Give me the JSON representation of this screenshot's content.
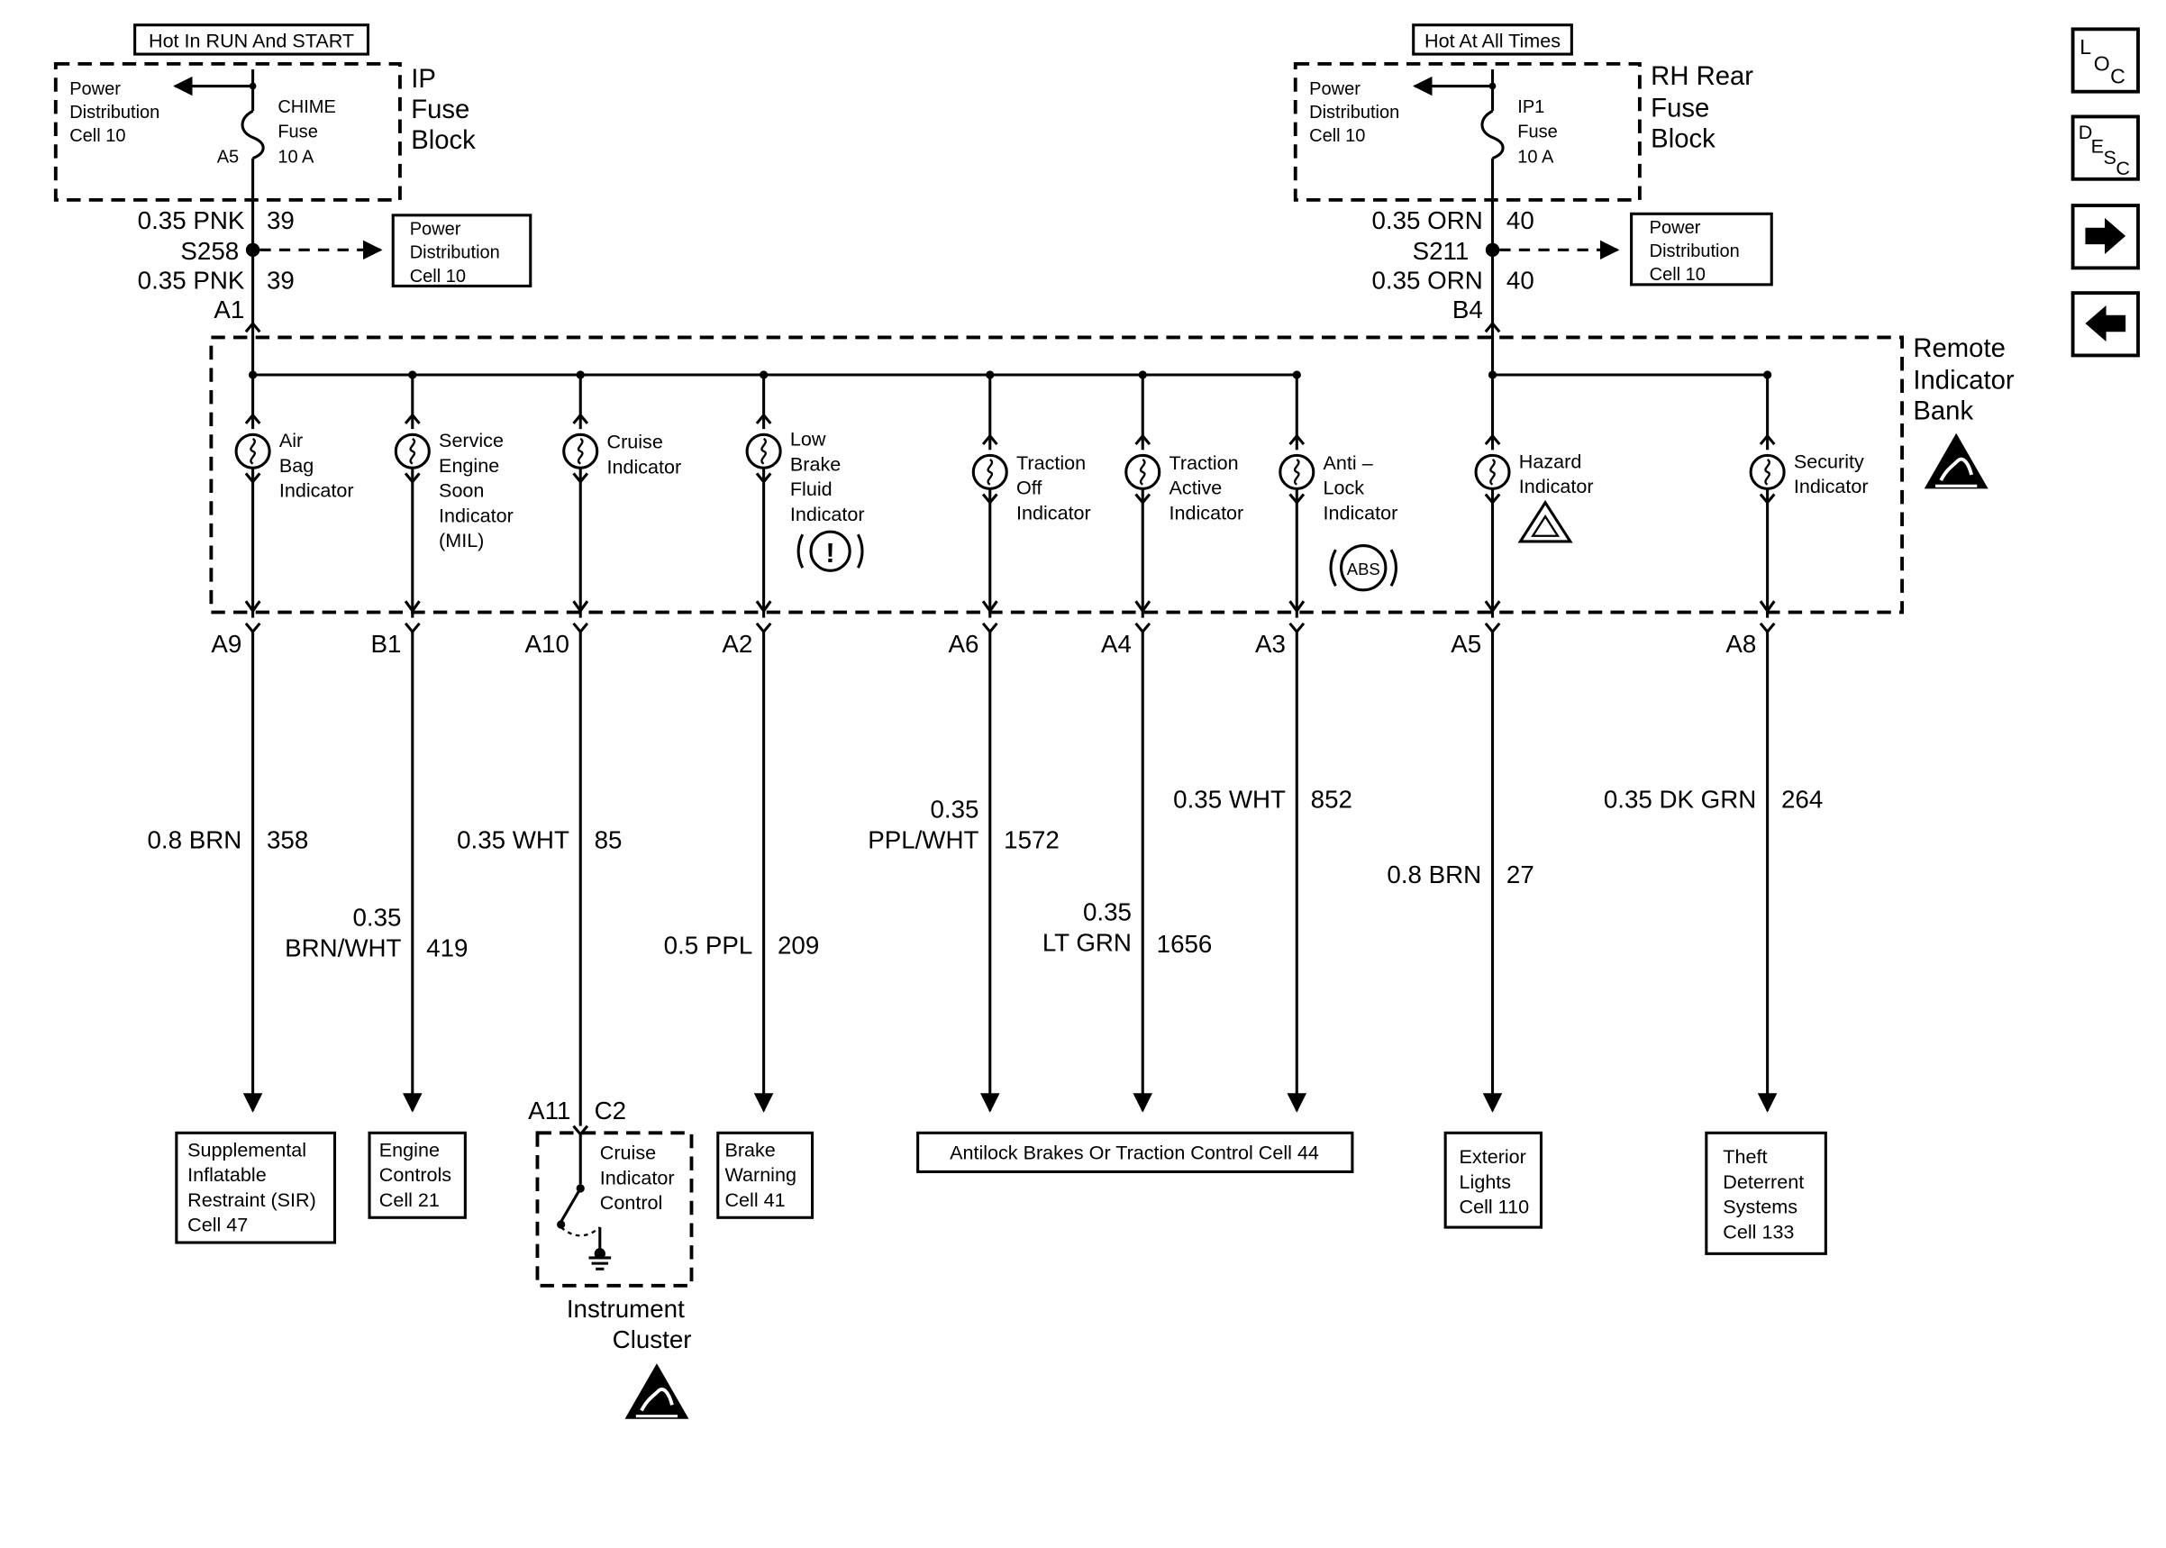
{
  "left_supply": {
    "header": "Hot In RUN And START",
    "fuse_block": [
      "IP",
      "Fuse",
      "Block"
    ],
    "power_dist": [
      "Power",
      "Distribution",
      "Cell 10"
    ],
    "fuse": [
      "CHIME",
      "Fuse",
      "10 A"
    ],
    "terminal": "A5",
    "wire_top": {
      "gauge": "0.35 PNK",
      "circuit": "39"
    },
    "splice": "S258",
    "wire_bottom": {
      "gauge": "0.35 PNK",
      "circuit": "39"
    },
    "connector": "A1",
    "splice_target": [
      "Power",
      "Distribution",
      "Cell 10"
    ]
  },
  "right_supply": {
    "header": "Hot At All Times",
    "fuse_block": [
      "RH Rear",
      "Fuse",
      "Block"
    ],
    "power_dist": [
      "Power",
      "Distribution",
      "Cell 10"
    ],
    "fuse": [
      "IP1",
      "Fuse",
      "10 A"
    ],
    "wire_top": {
      "gauge": "0.35 ORN",
      "circuit": "40"
    },
    "splice": "S211",
    "wire_bottom": {
      "gauge": "0.35 ORN",
      "circuit": "40"
    },
    "connector": "B4",
    "splice_target": [
      "Power",
      "Distribution",
      "Cell 10"
    ]
  },
  "bank": {
    "title": [
      "Remote",
      "Indicator",
      "Bank"
    ],
    "indicators": [
      {
        "label": [
          "Air",
          "Bag",
          "Indicator"
        ],
        "pin": "A9",
        "wire": {
          "gauge": [
            "0.8 BRN"
          ],
          "circuit": "358"
        }
      },
      {
        "label": [
          "Service",
          "Engine",
          "Soon",
          "Indicator",
          "(MIL)"
        ],
        "pin": "B1",
        "wire": {
          "gauge": [
            "0.35",
            "BRN/WHT"
          ],
          "circuit": "419"
        }
      },
      {
        "label": [
          "Cruise",
          "Indicator"
        ],
        "pin": "A10",
        "wire": {
          "gauge": [
            "0.35 WHT"
          ],
          "circuit": "85"
        }
      },
      {
        "label": [
          "Low",
          "Brake",
          "Fluid",
          "Indicator"
        ],
        "symbol": "!",
        "pin": "A2",
        "wire": {
          "gauge": [
            "0.5 PPL"
          ],
          "circuit": "209"
        }
      },
      {
        "label": [
          "Traction",
          "Off",
          "Indicator"
        ],
        "pin": "A6",
        "wire": {
          "gauge": [
            "0.35",
            "PPL/WHT"
          ],
          "circuit": "1572"
        }
      },
      {
        "label": [
          "Traction",
          "Active",
          "Indicator"
        ],
        "pin": "A4",
        "wire": {
          "gauge": [
            "0.35",
            "LT GRN"
          ],
          "circuit": "1656"
        }
      },
      {
        "label": [
          "Anti –",
          "Lock",
          "Indicator"
        ],
        "symbol": "ABS",
        "pin": "A3",
        "wire": {
          "gauge": [
            "0.35 WHT"
          ],
          "circuit": "852"
        }
      },
      {
        "label": [
          "Hazard",
          "Indicator"
        ],
        "pin": "A5",
        "wire": {
          "gauge": [
            "0.8 BRN"
          ],
          "circuit": "27"
        }
      },
      {
        "label": [
          "Security",
          "Indicator"
        ],
        "pin": "A8",
        "wire": {
          "gauge": [
            "0.35 DK GRN"
          ],
          "circuit": "264"
        }
      }
    ]
  },
  "destinations": {
    "sir": [
      "Supplemental",
      "Inflatable",
      "Restraint (SIR)",
      "Cell 47"
    ],
    "engine": [
      "Engine",
      "Controls",
      "Cell 21"
    ],
    "brake": [
      "Brake",
      "Warning",
      "Cell 41"
    ],
    "antilock": "Antilock Brakes Or Traction Control Cell 44",
    "exterior": [
      "Exterior",
      "Lights",
      "Cell 110"
    ],
    "theft": [
      "Theft",
      "Deterrent",
      "Systems",
      "Cell 133"
    ]
  },
  "cluster": {
    "pin": "A11",
    "connector": "C2",
    "control": [
      "Cruise",
      "Indicator",
      "Control"
    ],
    "name": [
      "Instrument",
      "Cluster"
    ]
  },
  "nav": {
    "loc": [
      "L",
      "O",
      "C"
    ],
    "desc": [
      "D",
      "E",
      "S",
      "C"
    ]
  },
  "icons": [
    "esd-warning-icon",
    "arrow-right-icon",
    "arrow-left-icon",
    "lamp-icon",
    "ground-icon",
    "hazard-triangle-icon"
  ]
}
